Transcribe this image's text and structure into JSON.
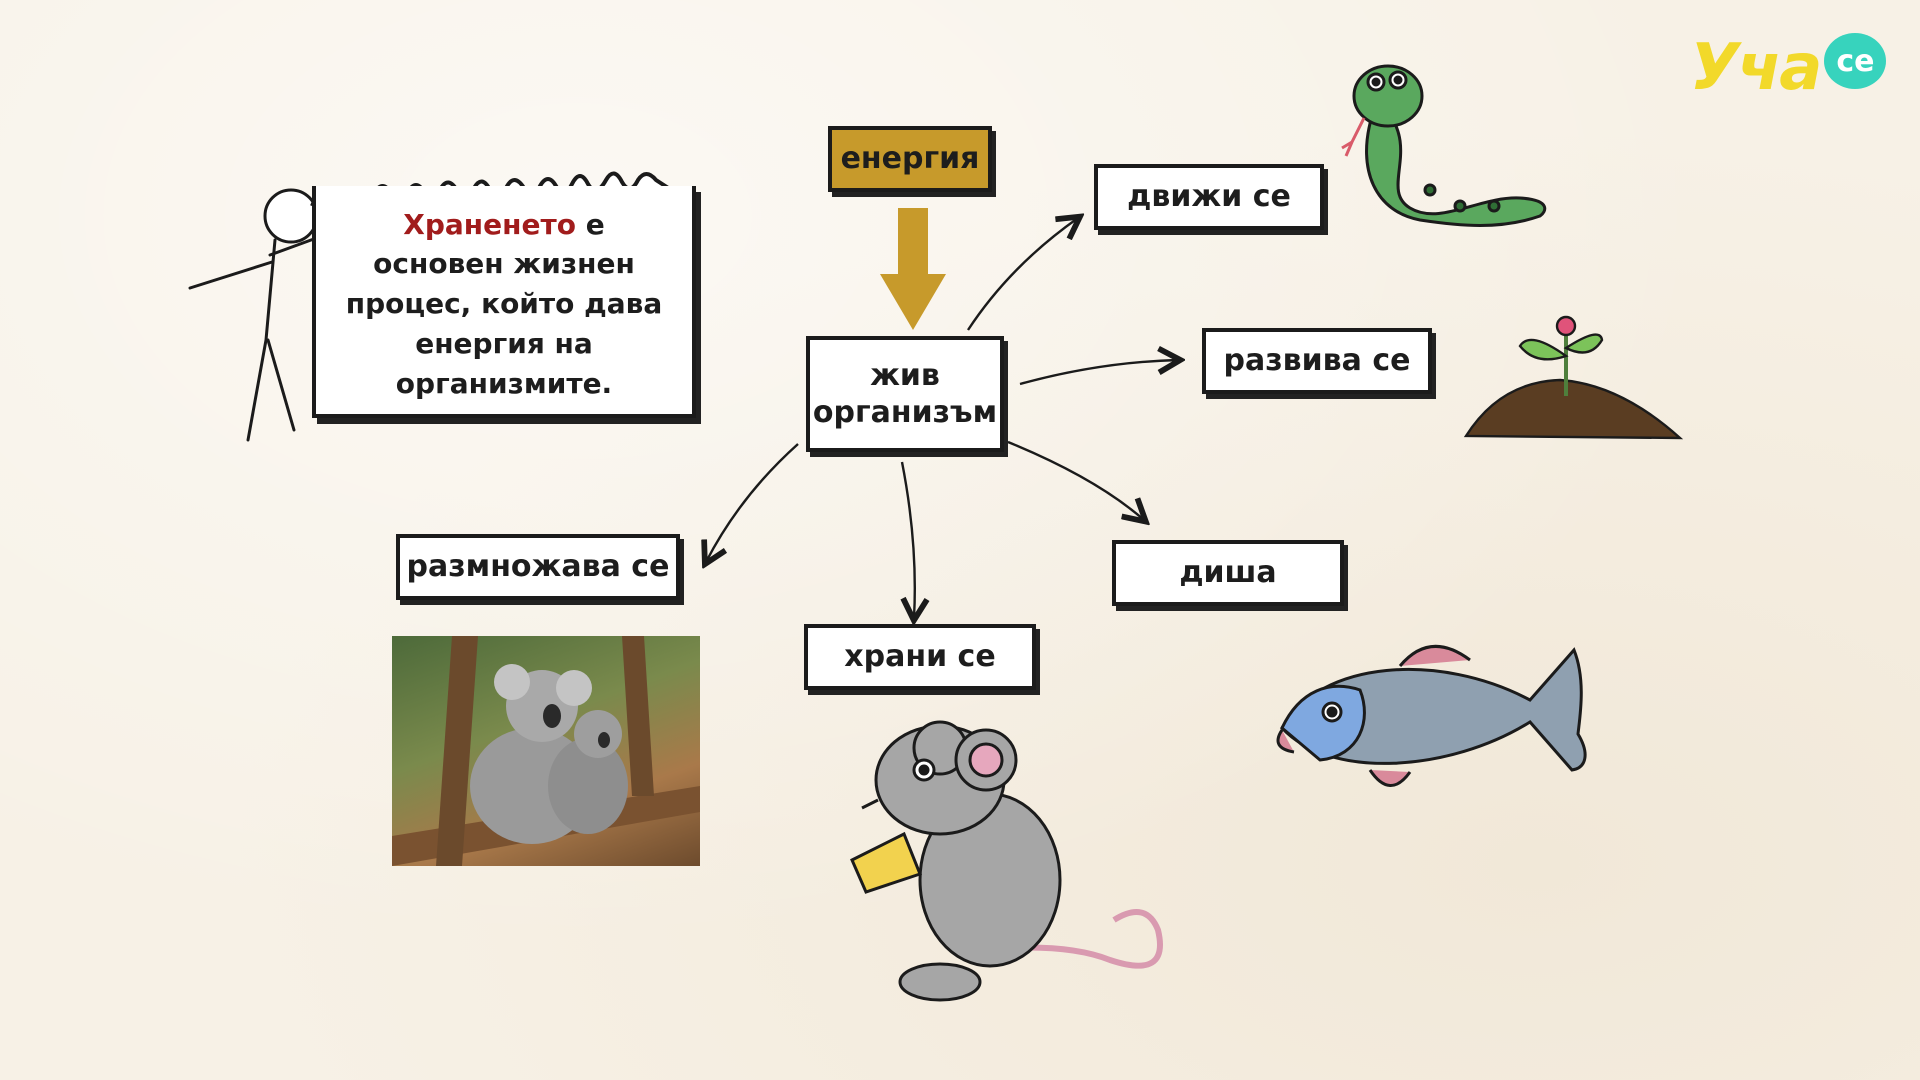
{
  "logo": {
    "word": "Уча",
    "bubble": "се"
  },
  "note": {
    "highlight": "Храненето",
    "rest": " е основен жизнен процес, който дава енергия на организмите."
  },
  "diagram": {
    "energy": "енергия",
    "center_line1": "жив",
    "center_line2": "организъм",
    "moves": "движи се",
    "develops": "развива се",
    "breathes": "диша",
    "feeds": "храни се",
    "reproduces": "размножава се"
  },
  "colors": {
    "energy_box": "#c79a2b",
    "highlight": "#a11c1c",
    "logo_yellow": "#f2d92a",
    "logo_teal": "#37d3bd"
  }
}
